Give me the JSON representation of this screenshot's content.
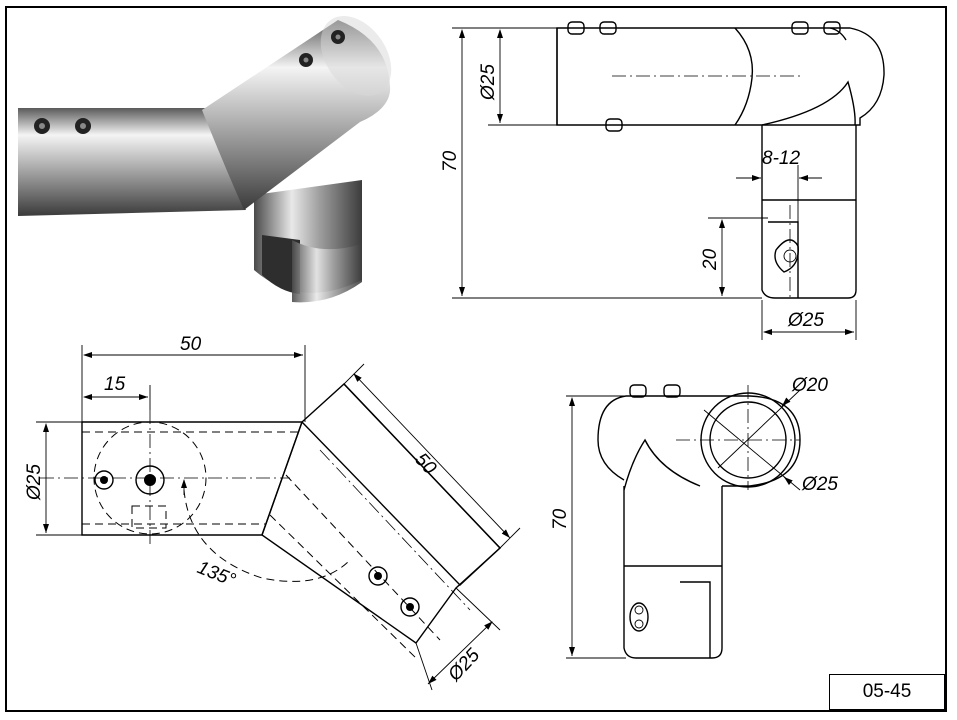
{
  "drawing": {
    "part_number": "05-45",
    "side_view": {
      "dim_diameter_top": "Ø25",
      "dim_height_total": "70",
      "dim_slot_width": "8-12",
      "dim_slot_height": "20",
      "dim_diameter_bottom": "Ø25"
    },
    "top_view": {
      "dim_length_left": "50",
      "dim_hole_offset": "15",
      "dim_diameter_left": "Ø25",
      "dim_angle": "135°",
      "dim_length_arm": "50",
      "dim_diameter_arm": "Ø25"
    },
    "end_view": {
      "dim_inner_diameter": "Ø20",
      "dim_outer_diameter": "Ø25",
      "dim_height": "70"
    }
  },
  "colors": {
    "line": "#000000",
    "metal_light": "#e8e8e8",
    "metal_mid": "#9a9a9a",
    "metal_dark": "#4a4a4a"
  }
}
